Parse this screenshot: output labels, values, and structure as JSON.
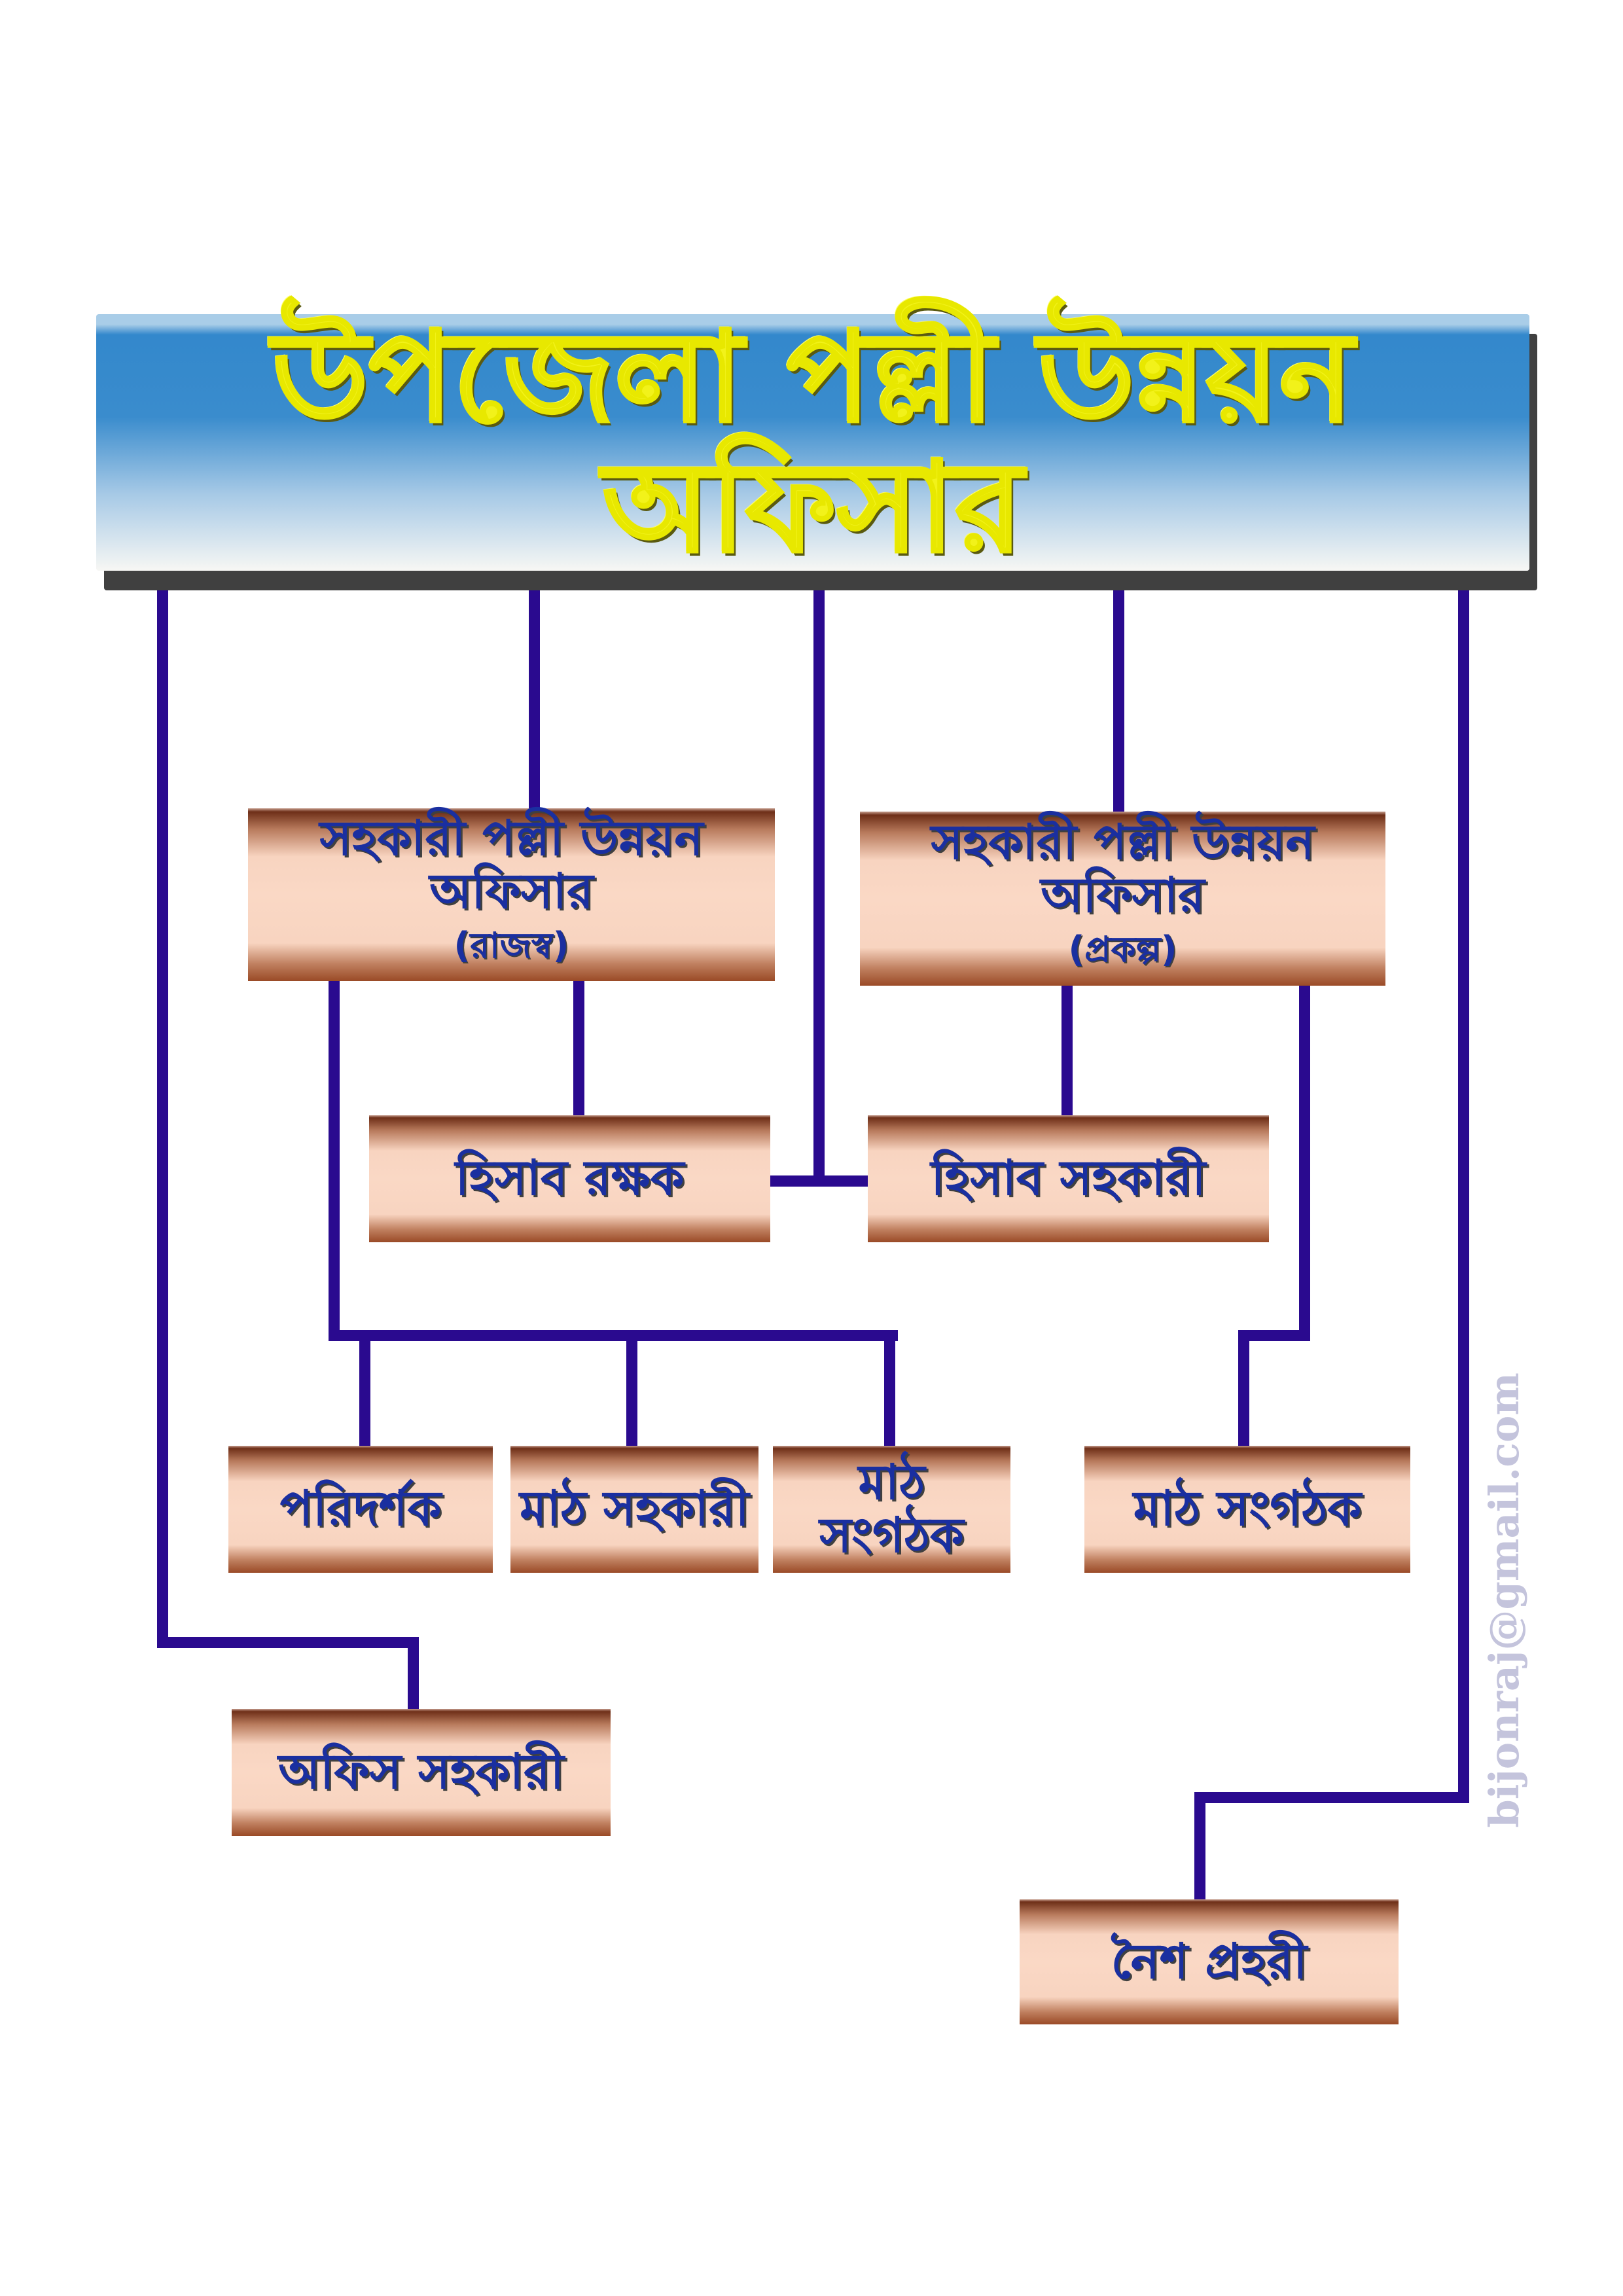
{
  "title": "উপজেলা পল্লী উন্নয়ন অফিসার",
  "nodes": {
    "ardo_revenue": {
      "label": "সহকারী পল্লী উন্নয়ন অফিসার",
      "sub": "(রাজস্ব)"
    },
    "ardo_project": {
      "label": "সহকারী পল্লী উন্নয়ন অফিসার",
      "sub": "(প্রকল্প)"
    },
    "accountant": {
      "label": "হিসাব রক্ষক"
    },
    "accounts_assistant": {
      "label": "হিসাব সহকারী"
    },
    "inspector": {
      "label": "পরিদর্শক"
    },
    "field_assistant": {
      "label": "মাঠ সহকারী"
    },
    "field_organizer_1": {
      "label": "মাঠ সংগঠক"
    },
    "field_organizer_2": {
      "label": "মাঠ সংগঠক"
    },
    "office_assistant": {
      "label": "অফিস সহকারী"
    },
    "night_guard": {
      "label": "নৈশ প্রহরী"
    }
  },
  "watermark": "bijonraj@gmail.com",
  "colors": {
    "connector": "#2a0a8f",
    "title_text": "#f2f21a",
    "box_text": "#1a2fa0"
  }
}
